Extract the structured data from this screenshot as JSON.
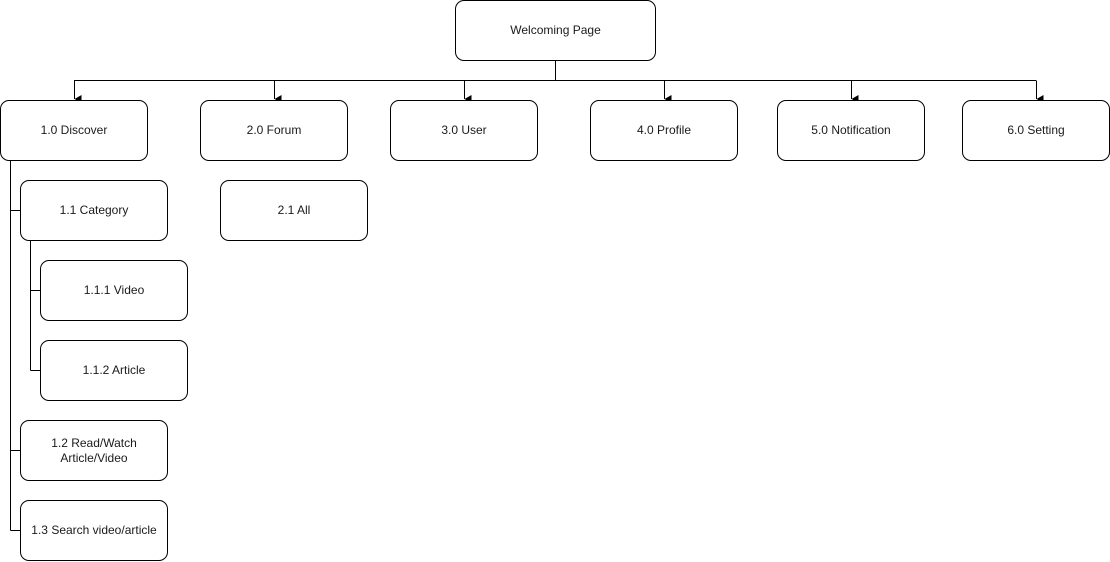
{
  "diagram": {
    "root": {
      "label": "Welcoming Page"
    },
    "level1": [
      {
        "label": "1.0 Discover"
      },
      {
        "label": "2.0 Forum"
      },
      {
        "label": "3.0 User"
      },
      {
        "label": "4.0 Profile"
      },
      {
        "label": "5.0 Notification"
      },
      {
        "label": "6.0 Setting"
      }
    ],
    "discover_children": {
      "category": {
        "label": "1.1 Category"
      },
      "video": {
        "label": "1.1.1 Video"
      },
      "article": {
        "label": "1.1.2 Article"
      },
      "read_watch": {
        "label": "1.2 Read/Watch\nArticle/Video"
      },
      "search": {
        "label": "1.3 Search video/article"
      }
    },
    "forum_children": {
      "all": {
        "label": "2.1 All"
      }
    }
  },
  "colors": {
    "stroke": "#000000",
    "node_fill": "#ffffff",
    "text": "#1a1a1a"
  }
}
